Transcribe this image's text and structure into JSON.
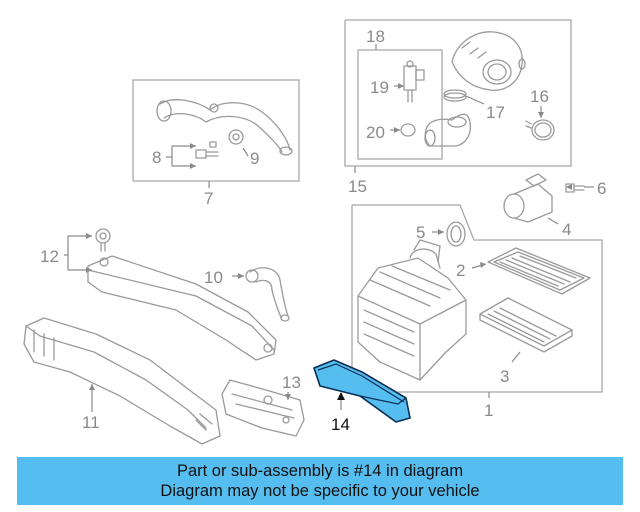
{
  "callouts": {
    "c1": "1",
    "c2": "2",
    "c3": "3",
    "c4": "4",
    "c5": "5",
    "c6": "6",
    "c7": "7",
    "c8": "8",
    "c9": "9",
    "c10": "10",
    "c11": "11",
    "c12": "12",
    "c13": "13",
    "c14": "14",
    "c15": "15",
    "c16": "16",
    "c17": "17",
    "c18": "18",
    "c19": "19",
    "c20": "20"
  },
  "highlighted_part": "14",
  "colors": {
    "highlight_fill": "#56bdf0",
    "highlight_stroke": "#0a2f52",
    "banner": "#56bdf0"
  },
  "banner": {
    "line1": "Part or sub-assembly is #14 in diagram",
    "line2": "Diagram may not be specific to your vehicle"
  }
}
